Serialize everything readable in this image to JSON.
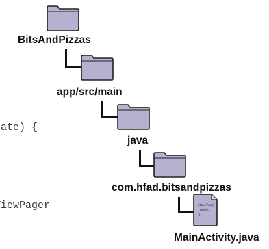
{
  "code_lines": [
    "tate) {",
    "ViewPager"
  ],
  "tree": {
    "root": "BitsAndPizzas",
    "level1": "app/src/main",
    "level2": "java",
    "level3": "com.hfad.bitsandpizzas",
    "file": "MainActivity.java",
    "file_icon_text": [
      "class Foo{",
      "public",
      "}"
    ]
  },
  "colors": {
    "folder_fill": "#b5b1cf",
    "folder_stroke": "#222222",
    "file_fill": "#b5b1cf"
  }
}
